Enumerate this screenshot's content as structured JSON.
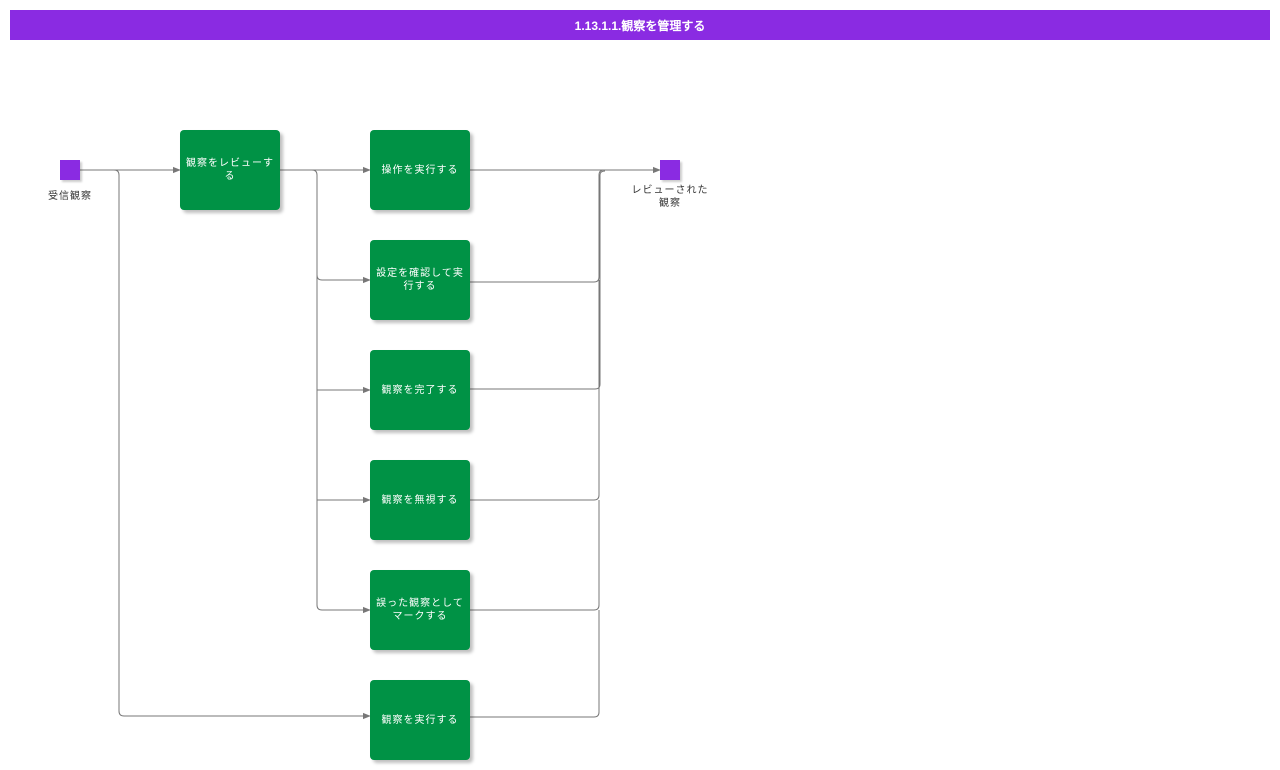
{
  "title": "1.13.1.1.観察を管理する",
  "colors": {
    "title_bar": "#8a2be2",
    "process": "#009245",
    "event": "#8a2be2",
    "edge": "#777777"
  },
  "events": {
    "start": {
      "label": "受信観察"
    },
    "end": {
      "label": "レビューされた観察"
    }
  },
  "processes": {
    "review": "観察をレビューする",
    "execute_operation": "操作を実行する",
    "confirm_and_execute": "設定を確認して実行する",
    "complete": "観察を完了する",
    "ignore": "観察を無視する",
    "mark_wrong": "誤った観察としてマークする",
    "perform": "観察を実行する"
  }
}
